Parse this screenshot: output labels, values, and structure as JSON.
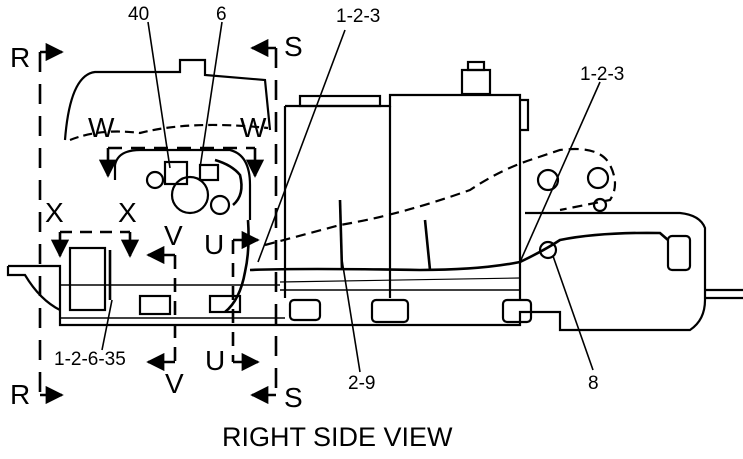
{
  "view_title": "RIGHT SIDE VIEW",
  "section_letters": {
    "r_top": "R",
    "r_bottom": "R",
    "s_top": "S",
    "s_bottom": "S",
    "w_left": "W",
    "w_right": "W",
    "x_left": "X",
    "x_right": "X",
    "v_top": "V",
    "v_bottom": "V",
    "u_top": "U",
    "u_bottom": "U"
  },
  "callouts": {
    "c40": "40",
    "c6": "6",
    "c123_a": "1-2-3",
    "c123_b": "1-2-3",
    "c12635": "1-2-6-35",
    "c29": "2-9",
    "c8": "8"
  },
  "colors": {
    "line": "#000000",
    "background": "#ffffff"
  }
}
